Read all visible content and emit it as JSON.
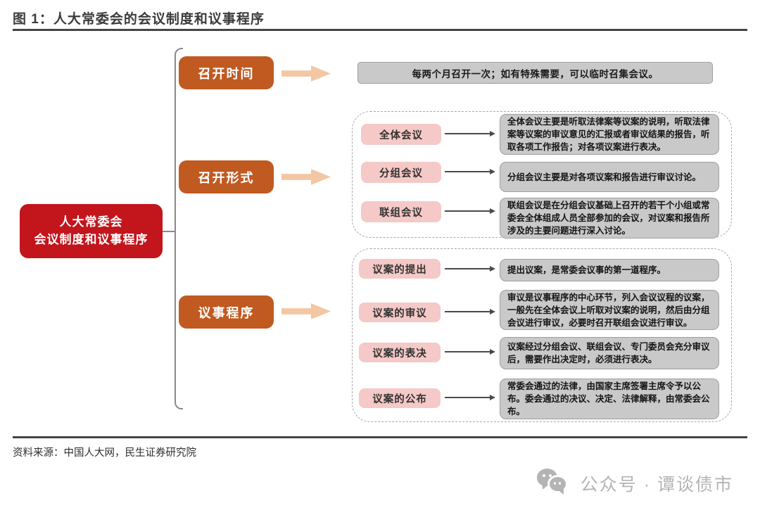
{
  "figure": {
    "title": "图 1：人大常委会的会议制度和议事程序",
    "source": "资料来源：中国人大网，民生证券研究院"
  },
  "root": {
    "line1": "人大常委会",
    "line2": "会议制度和议事程序"
  },
  "branches": {
    "time": {
      "label": "召开时间",
      "note": "每两个月召开一次；如有特殊需要，可以临时召集会议。"
    },
    "form": {
      "label": "召开形式",
      "items": [
        {
          "name": "全体会议",
          "desc": "全体会议主要是听取法律案等议案的说明，听取法律案等议案的审议意见的汇报或者审议结果的报告，听取各项工作报告；对各项议案进行表决。"
        },
        {
          "name": "分组会议",
          "desc": "分组会议主要是对各项议案和报告进行审议讨论。"
        },
        {
          "name": "联组会议",
          "desc": "联组会议是在分组会议基础上召开的若干个小组或常委会全体组成人员全部参加的会议，对议案和报告所涉及的主要问题进行深入讨论。"
        }
      ]
    },
    "procedure": {
      "label": "议事程序",
      "items": [
        {
          "name": "议案的提出",
          "desc": "提出议案，是常委会议事的第一道程序。"
        },
        {
          "name": "议案的审议",
          "desc": "审议是议事程序的中心环节，列入会议议程的议案，一般先在全体会议上听取对议案的说明，然后由分组会议进行审议，必要时召开联组会议进行审议。"
        },
        {
          "name": "议案的表决",
          "desc": "议案经过分组会议、联组会议、专门委员会充分审议后，需要作出决定时，必须进行表决。"
        },
        {
          "name": "议案的公布",
          "desc": "常委会通过的法律，由国家主席签署主席令予以公布。委会通过的决议、决定、法律解释，由常委会公布。"
        }
      ]
    }
  },
  "footer": {
    "wechat_label": "公众号 · 谭谈债市",
    "icon": "wechat-logo"
  },
  "colors": {
    "red": "#c2151c",
    "orange": "#c05a21",
    "peach_arrow": "#f3c7a4",
    "pink": "#f5c9c7",
    "gray_box": "#c9c9c9",
    "rule": "#454545",
    "footer_gray": "#b4b4b4"
  }
}
